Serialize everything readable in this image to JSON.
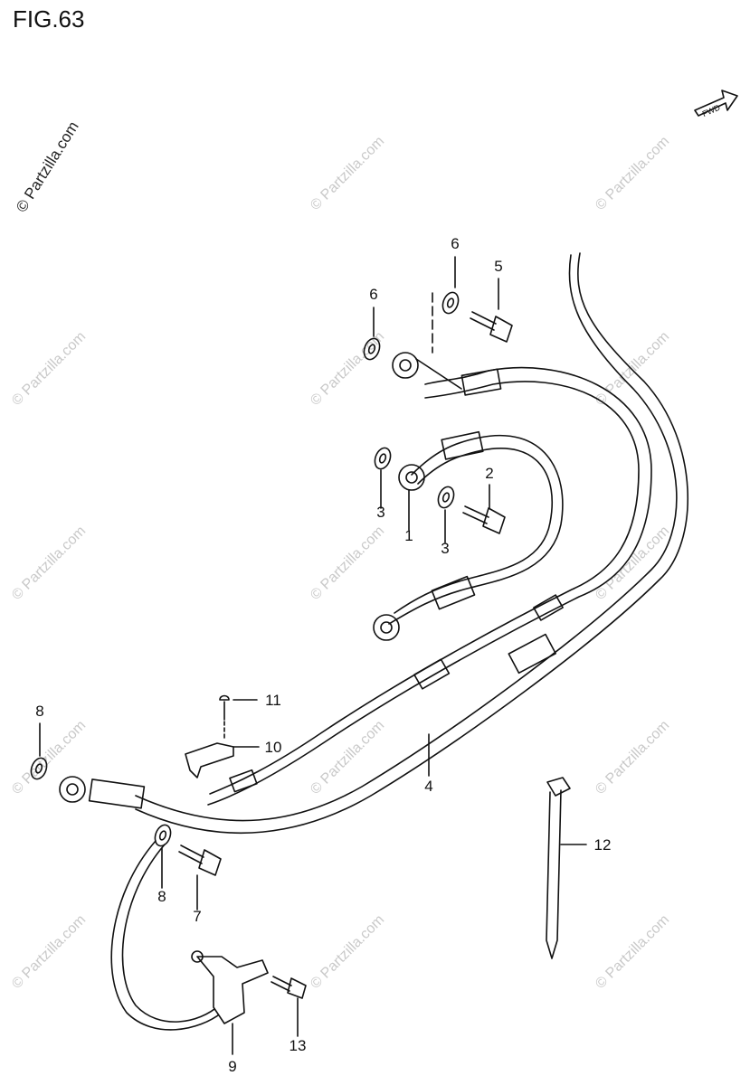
{
  "figure": {
    "title": "FIG.63"
  },
  "watermark": {
    "text": "© Partzilla.com"
  },
  "fwd_label": "FWD",
  "callouts": [
    {
      "id": "c6a",
      "label": "6"
    },
    {
      "id": "c5",
      "label": "5"
    },
    {
      "id": "c6b",
      "label": "6"
    },
    {
      "id": "c2",
      "label": "2"
    },
    {
      "id": "c3a",
      "label": "3"
    },
    {
      "id": "c1",
      "label": "1"
    },
    {
      "id": "c3b",
      "label": "3"
    },
    {
      "id": "c11",
      "label": "11"
    },
    {
      "id": "c10",
      "label": "10"
    },
    {
      "id": "c8a",
      "label": "8"
    },
    {
      "id": "c4",
      "label": "4"
    },
    {
      "id": "c12",
      "label": "12"
    },
    {
      "id": "c8b",
      "label": "8"
    },
    {
      "id": "c7",
      "label": "7"
    },
    {
      "id": "c13",
      "label": "13"
    },
    {
      "id": "c9",
      "label": "9"
    }
  ]
}
